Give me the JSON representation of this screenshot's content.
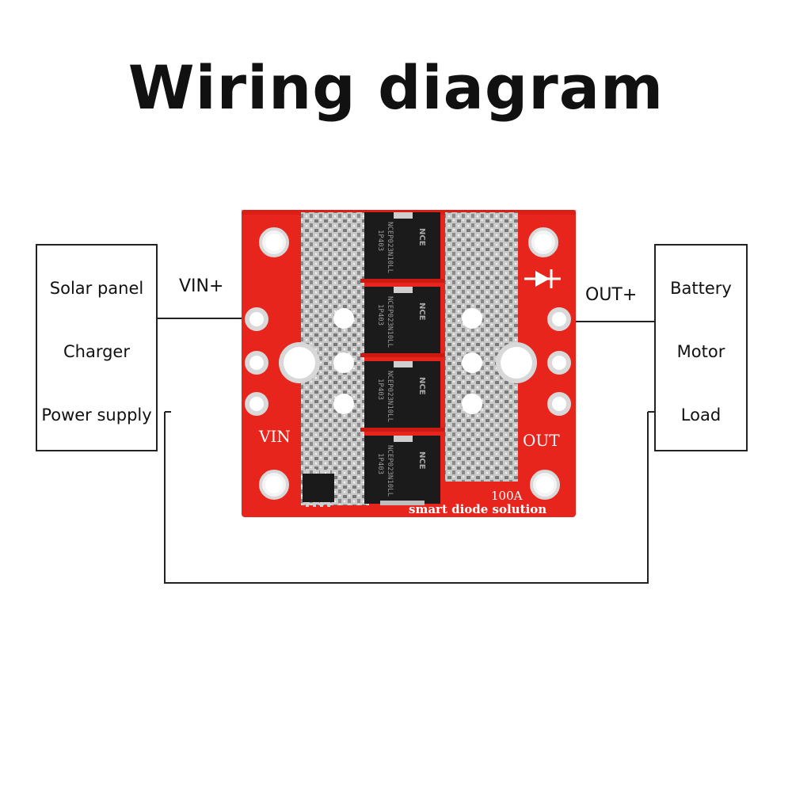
{
  "title": "Wiring diagram",
  "left_box": {
    "items": [
      "Solar panel",
      "Charger",
      "Power supply"
    ]
  },
  "right_box": {
    "items": [
      "Battery",
      "Motor",
      "Load"
    ]
  },
  "pins": {
    "input_plus": "VIN+",
    "output_plus": "OUT+"
  },
  "board": {
    "vin_label": "VIN",
    "out_label": "OUT",
    "rating": "100A",
    "tagline": "smart diode solution",
    "chip_text": "NCEP023N10LL",
    "chip_code": "1P403",
    "brand": "NCE"
  },
  "colors": {
    "pcb": "#e8251c",
    "pad": "#c4c4c4",
    "mosfet": "#1b1b1b",
    "wire": "#222222"
  }
}
